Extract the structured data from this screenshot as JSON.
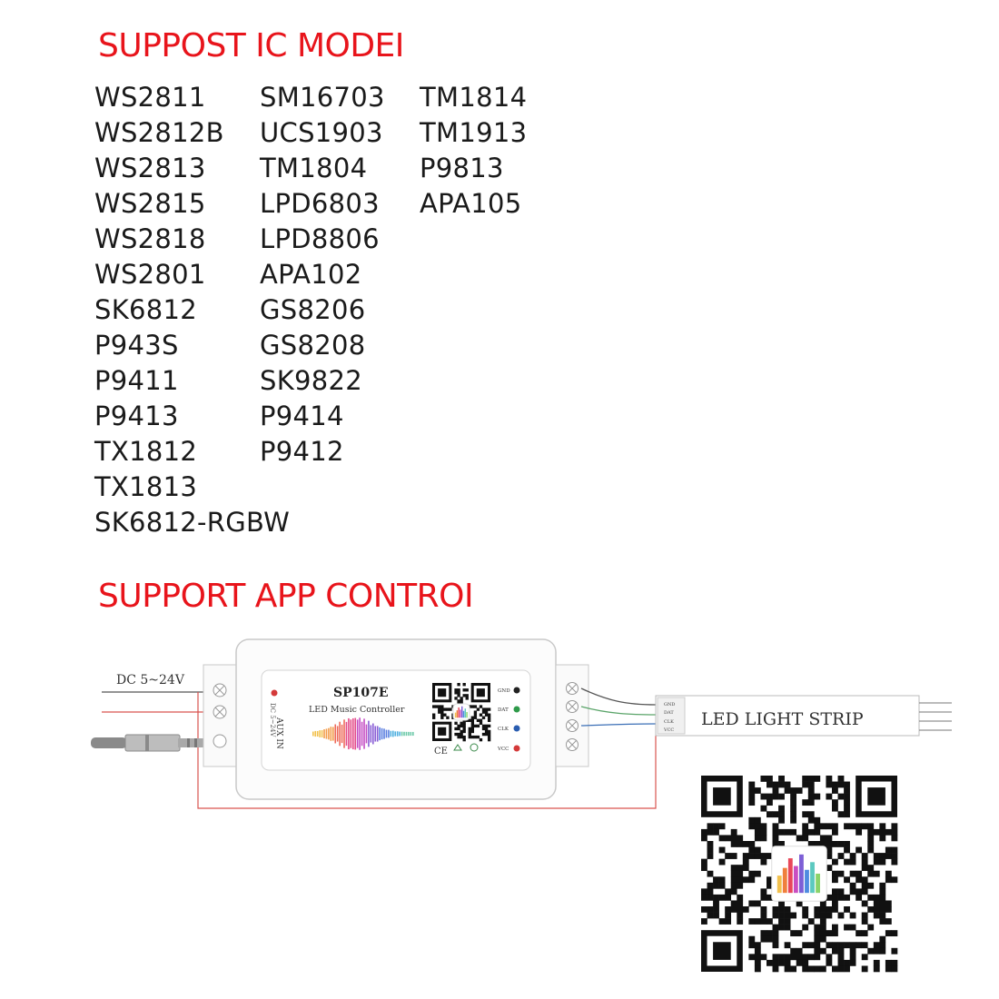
{
  "colors": {
    "heading": "#e8141b",
    "text": "#1a1a1a",
    "wire_red": "#d9534f",
    "wire_green": "#5aa469",
    "wire_blue": "#3b6fb6"
  },
  "ic_section": {
    "heading": "SUPPOST IC MODEI",
    "columns": [
      [
        "WS2811",
        "WS2812B",
        "WS2813",
        "WS2815",
        "WS2818",
        "WS2801",
        "SK6812",
        "P943S",
        "P9411",
        "P9413",
        "TX1812",
        "TX1813",
        "SK6812-RGBW"
      ],
      [
        "SM16703",
        "UCS1903",
        "TM1804",
        "LPD6803",
        "LPD8806",
        "APA102",
        "GS8206",
        "GS8208",
        "SK9822",
        "P9414",
        "P9412"
      ],
      [
        "TM1814",
        "TM1913",
        "P9813",
        "APA105"
      ]
    ]
  },
  "app_section": {
    "heading": "SUPPORT APP CONTROI"
  },
  "diagram": {
    "power_label": "DC 5~24V",
    "controller": {
      "model": "SP107E",
      "subtitle": "LED Music Controller",
      "power_rating": "DC 5~24V",
      "aux_label": "AUX IN",
      "pins": [
        "GND",
        "DAT",
        "CLK",
        "VCC"
      ],
      "cert_ce": "CE"
    },
    "strip": {
      "label": "LED LIGHT STRIP",
      "pins": [
        "GND",
        "DAT",
        "CLK",
        "VCC"
      ]
    }
  }
}
